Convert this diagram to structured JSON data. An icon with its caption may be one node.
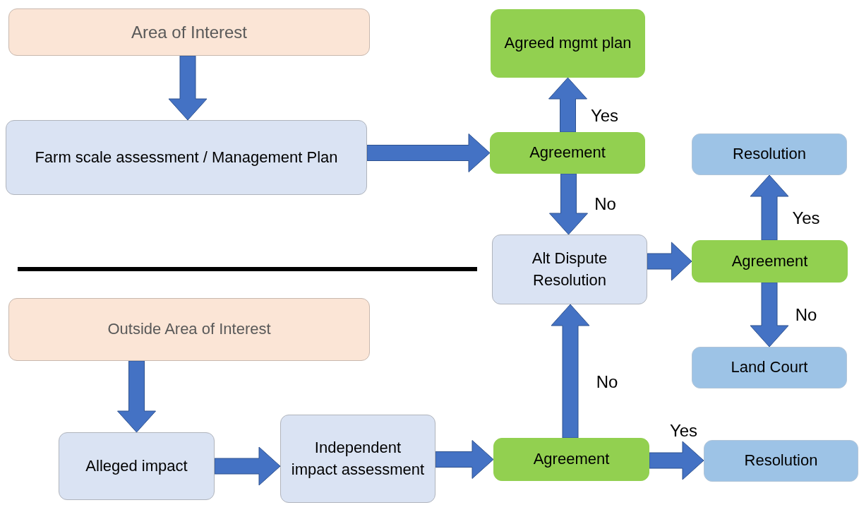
{
  "diagram": {
    "nodes": [
      {
        "text": [
          "Area of Interest"
        ]
      },
      {
        "text": [
          "Farm scale assessment / Management Plan"
        ]
      },
      {
        "text": [
          "Agreed mgmt plan"
        ]
      },
      {
        "text": [
          "Agreement"
        ]
      },
      {
        "text": [
          "Resolution"
        ]
      },
      {
        "text": [
          "Alt Dispute Resolution"
        ]
      },
      {
        "text": [
          "Agreement"
        ]
      },
      {
        "text": [
          "Outside Area of Interest"
        ]
      },
      {
        "text": [
          "Land Court"
        ]
      },
      {
        "text": [
          "Alleged impact"
        ]
      },
      {
        "text": [
          "Independent impact assessment"
        ]
      },
      {
        "text": [
          "Agreement"
        ]
      },
      {
        "text": [
          "Resolution"
        ]
      }
    ],
    "edges": [
      {
        "from": 0,
        "to": 1,
        "arrow": "to"
      },
      {
        "from": 1,
        "to": 3,
        "arrow": "to"
      },
      {
        "from": 3,
        "to": 2,
        "arrow": "to",
        "label": "Yes"
      },
      {
        "from": 3,
        "to": 5,
        "arrow": "to",
        "label": "No"
      },
      {
        "from": 5,
        "to": 6,
        "arrow": "to"
      },
      {
        "from": 6,
        "to": 4,
        "arrow": "to",
        "label": "Yes"
      },
      {
        "from": 6,
        "to": 8,
        "arrow": "to",
        "label": "No"
      },
      {
        "from": 7,
        "to": 9,
        "arrow": "to"
      },
      {
        "from": 9,
        "to": 10,
        "arrow": "to"
      },
      {
        "from": 10,
        "to": 11,
        "arrow": "to"
      },
      {
        "from": 11,
        "to": 5,
        "arrow": "to",
        "label": "No"
      },
      {
        "from": 11,
        "to": 12,
        "arrow": "to",
        "label": "Yes"
      }
    ]
  }
}
